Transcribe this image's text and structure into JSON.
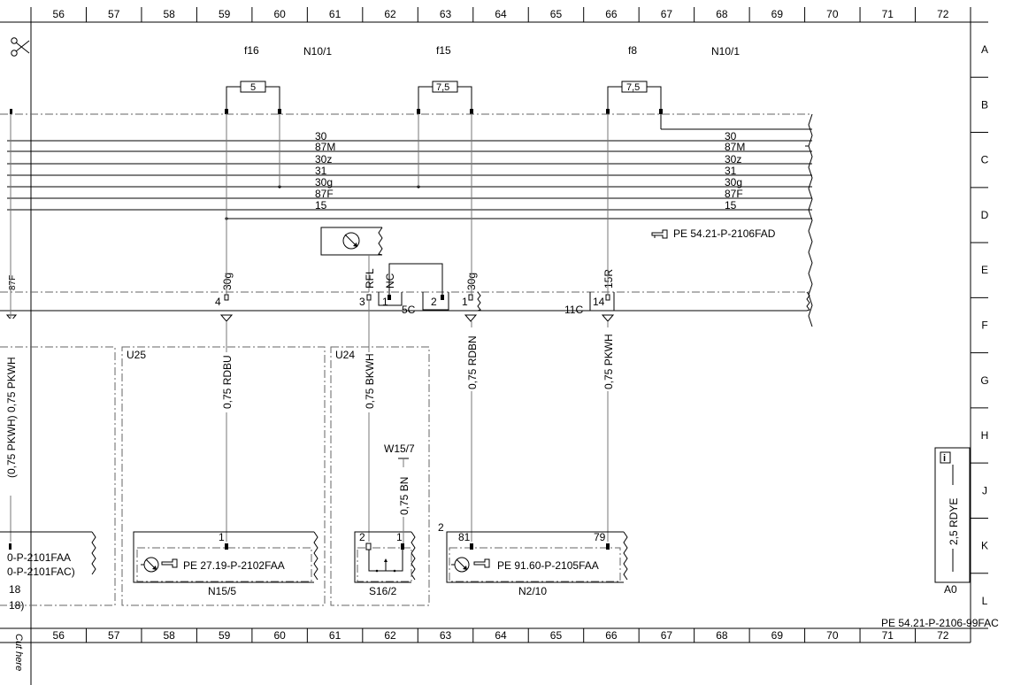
{
  "grid": {
    "columns": [
      "56",
      "57",
      "58",
      "59",
      "60",
      "61",
      "62",
      "63",
      "64",
      "65",
      "66",
      "67",
      "68",
      "69",
      "70",
      "71",
      "72"
    ],
    "rows": [
      "A",
      "B",
      "C",
      "D",
      "E",
      "F",
      "G",
      "H",
      "J",
      "K",
      "L"
    ]
  },
  "fuse_modules": [
    {
      "name": "N10/1",
      "position": "left"
    },
    {
      "name": "N10/1",
      "position": "right"
    }
  ],
  "fuses": [
    {
      "name": "f16",
      "rating": "5"
    },
    {
      "name": "f15",
      "rating": "7,5"
    },
    {
      "name": "f8",
      "rating": "7,5"
    }
  ],
  "bus_lines": [
    "30",
    "87M",
    "30z",
    "31",
    "30g",
    "87F",
    "15"
  ],
  "references": {
    "ref_d": "PE 54.21-P-2106FAD",
    "n15_5": "PE 27.19-P-2102FAA",
    "n2_10": "PE 91.60-P-2105FAA",
    "sheet": "PE 54.21-P-2106-99FAC"
  },
  "wires": {
    "w_30g_left": "30g",
    "w_rfl": "RFL",
    "w_nc": "NC",
    "w_30g_right": "30g",
    "w_15r": "15R",
    "w_878": "87F",
    "rdbu": "0,75 RDBU",
    "bkwh": "0,75 BKWH",
    "rdbn": "0,75 RDBN",
    "pkwh": "0,75 PKWH",
    "pkwh_left": "(0,75 PKWH) 0,75 PKWH",
    "bn": "0,75 BN",
    "rdye": "2,5 RDYE"
  },
  "pins": {
    "p4": "4",
    "p3": "3",
    "p1a": "1",
    "p2": "2",
    "p1b": "1",
    "p14": "14",
    "n15_1": "1",
    "s16_2": "2",
    "s16_1": "1",
    "n2_81": "81",
    "n2_79": "79",
    "pin2_n2": "2"
  },
  "connectors": {
    "c5": "5C",
    "c11": "11C"
  },
  "components": {
    "u25": "U25",
    "u24": "U24",
    "n15_5": "N15/5",
    "s16_2": "S16/2",
    "n2_10": "N2/10",
    "w15_7": "W15/7",
    "a0": "A0"
  },
  "left_refs": {
    "line1": "0-P-2101FAA",
    "line2": "0-P-2101FAC)",
    "num1": "18",
    "num2": "18)"
  },
  "cut_here": "Cut here",
  "info_icon": "i"
}
